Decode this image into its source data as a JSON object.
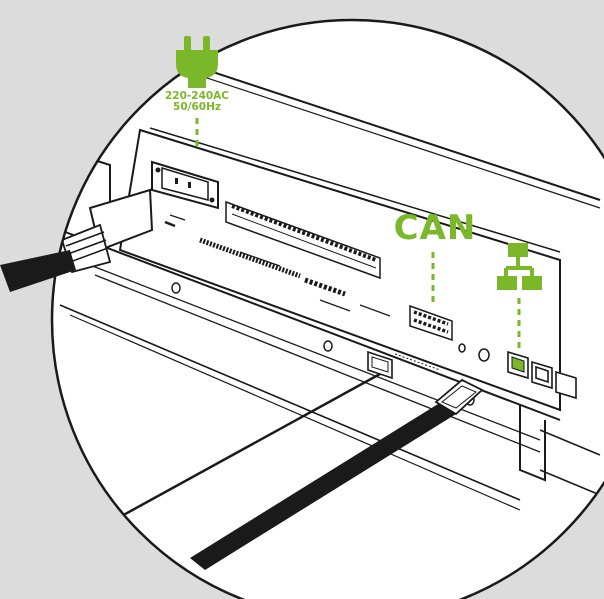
{
  "labels": {
    "power_voltage": "220-240AC",
    "power_freq": "50/60Hz",
    "can": "CAN"
  },
  "icons": {
    "power": "power-plug-icon",
    "network": "network-icon"
  },
  "colors": {
    "accent_green": "#7ab829",
    "background": "#dcdcdc",
    "outline": "#1a1a1a",
    "device_body": "#ffffff"
  }
}
